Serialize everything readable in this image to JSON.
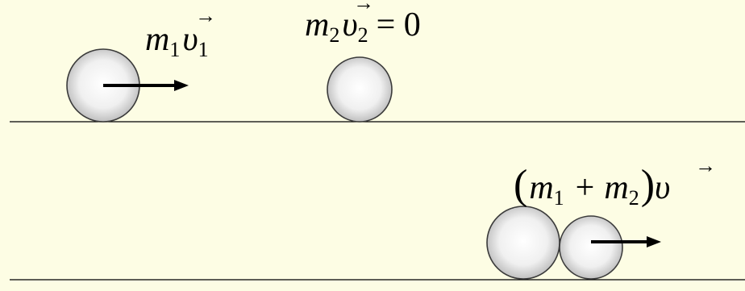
{
  "colors": {
    "background": "#FDFDE4",
    "ball_center": "#FFFFFF",
    "ball_edge": "#B8B8B8",
    "ink": "#000000"
  },
  "before": {
    "ball1_label": {
      "mass": "m",
      "mass_sub": "1",
      "velocity": "υ",
      "velocity_sub": "1",
      "arrow": "→"
    },
    "ball2_label": {
      "mass": "m",
      "mass_sub": "2",
      "velocity": "υ",
      "velocity_sub": "2",
      "arrow": "→",
      "equals": "= 0"
    }
  },
  "after": {
    "combined_label": {
      "open": "(",
      "m1": "m",
      "m1_sub": "1",
      "plus": "+",
      "m2": "m",
      "m2_sub": "2",
      "close": ")",
      "velocity": "υ",
      "arrow": "→"
    }
  }
}
